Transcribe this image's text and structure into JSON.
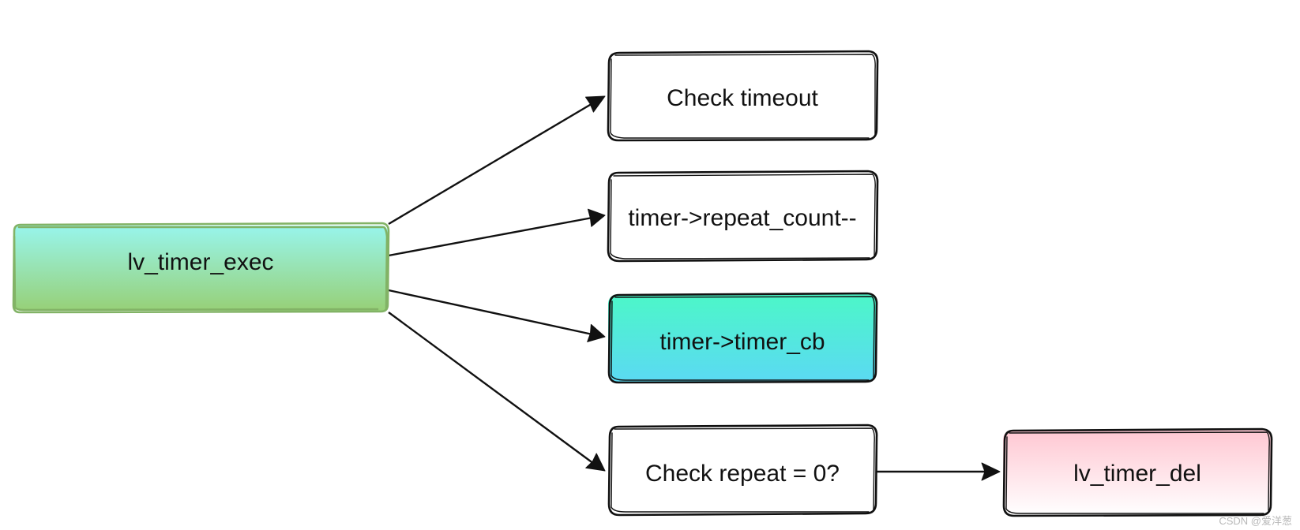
{
  "diagram": {
    "source": {
      "label": "lv_timer_exec",
      "fill_top": "#98f5ec",
      "fill_bottom": "#97d077",
      "stroke": "#82b366"
    },
    "steps": [
      {
        "label": "Check timeout",
        "fill": "#ffffff"
      },
      {
        "label": "timer->repeat_count--",
        "fill": "#ffffff"
      },
      {
        "label": "timer->timer_cb",
        "fill_top": "#4cf7c8",
        "fill_bottom": "#5bd9f3"
      },
      {
        "label": "Check repeat = 0?",
        "fill": "#ffffff"
      }
    ],
    "result": {
      "label": "lv_timer_del",
      "fill_top": "#ffc7d2",
      "fill_bottom": "#ffffff"
    },
    "edges": [
      {
        "from": "lv_timer_exec",
        "to": "Check timeout"
      },
      {
        "from": "lv_timer_exec",
        "to": "timer->repeat_count--"
      },
      {
        "from": "lv_timer_exec",
        "to": "timer->timer_cb"
      },
      {
        "from": "lv_timer_exec",
        "to": "Check repeat = 0?"
      },
      {
        "from": "Check repeat = 0?",
        "to": "lv_timer_del"
      }
    ]
  },
  "watermark": "CSDN @爱洋葱"
}
